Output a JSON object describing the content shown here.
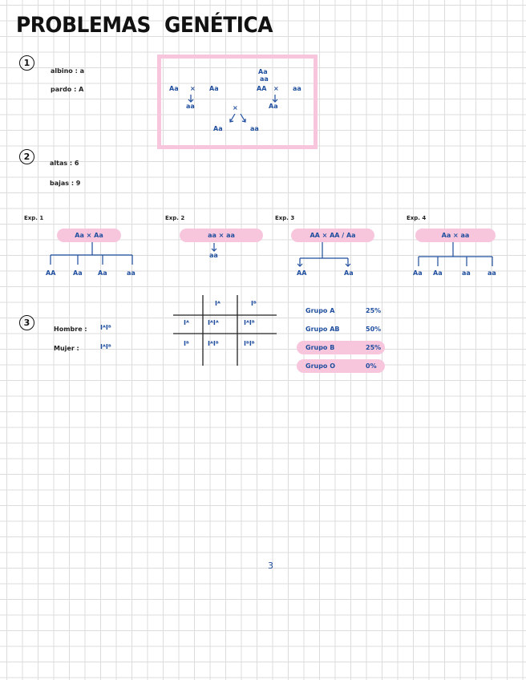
{
  "title": {
    "left": "PROBLEMAS",
    "right": "GENÉTICA"
  },
  "p1": {
    "number": "1",
    "lines": [
      "albino : a",
      "pardo : A"
    ],
    "box": {
      "parent1": "Aa",
      "times": "×",
      "parent2": "Aa",
      "top": "Aa",
      "top_sub": "aa",
      "mid": "AA",
      "mid_times": "×",
      "mid_right": "aa",
      "child_left": "aa",
      "child_right": "Aa",
      "cross": "×",
      "bottom_left": "Aa",
      "bottom_right": "aa"
    }
  },
  "p2": {
    "number": "2",
    "lines": [
      "altas : 6",
      "bajas : 9"
    ],
    "exps": [
      {
        "label": "Exp. 1",
        "cross": "Aa  ×  Aa",
        "children": [
          "AA",
          "Aa",
          "Aa",
          "aa"
        ]
      },
      {
        "label": "Exp. 2",
        "cross": "aa  ×  aa",
        "children": [
          "aa"
        ]
      },
      {
        "label": "Exp. 3",
        "cross": "AA  ×  AA / Aa",
        "children": [
          "AA",
          "Aa"
        ]
      },
      {
        "label": "Exp. 4",
        "cross": "Aa  ×  aa",
        "children": [
          "Aa",
          "Aa",
          "aa",
          "aa"
        ]
      }
    ]
  },
  "p3": {
    "number": "3",
    "people": [
      {
        "label": "Hombre :",
        "genotype": "IᴬIᴮ"
      },
      {
        "label": "Mujer :",
        "genotype": "IᴬIᴮ"
      }
    ],
    "punnett": {
      "cols": [
        "Iᴬ",
        "Iᴮ"
      ],
      "rows": [
        {
          "head": "Iᴬ",
          "cells": [
            "IᴬIᴬ",
            "IᴬIᴮ"
          ]
        },
        {
          "head": "Iᴮ",
          "cells": [
            "IᴬIᴮ",
            "IᴮIᴮ"
          ]
        }
      ]
    },
    "groups": [
      {
        "label": "Grupo A",
        "pct": "25%"
      },
      {
        "label": "Grupo AB",
        "pct": "50%"
      },
      {
        "label": "Grupo B",
        "pct": "25%"
      },
      {
        "label": "Grupo O",
        "pct": "0%"
      }
    ]
  },
  "page_number": "3"
}
